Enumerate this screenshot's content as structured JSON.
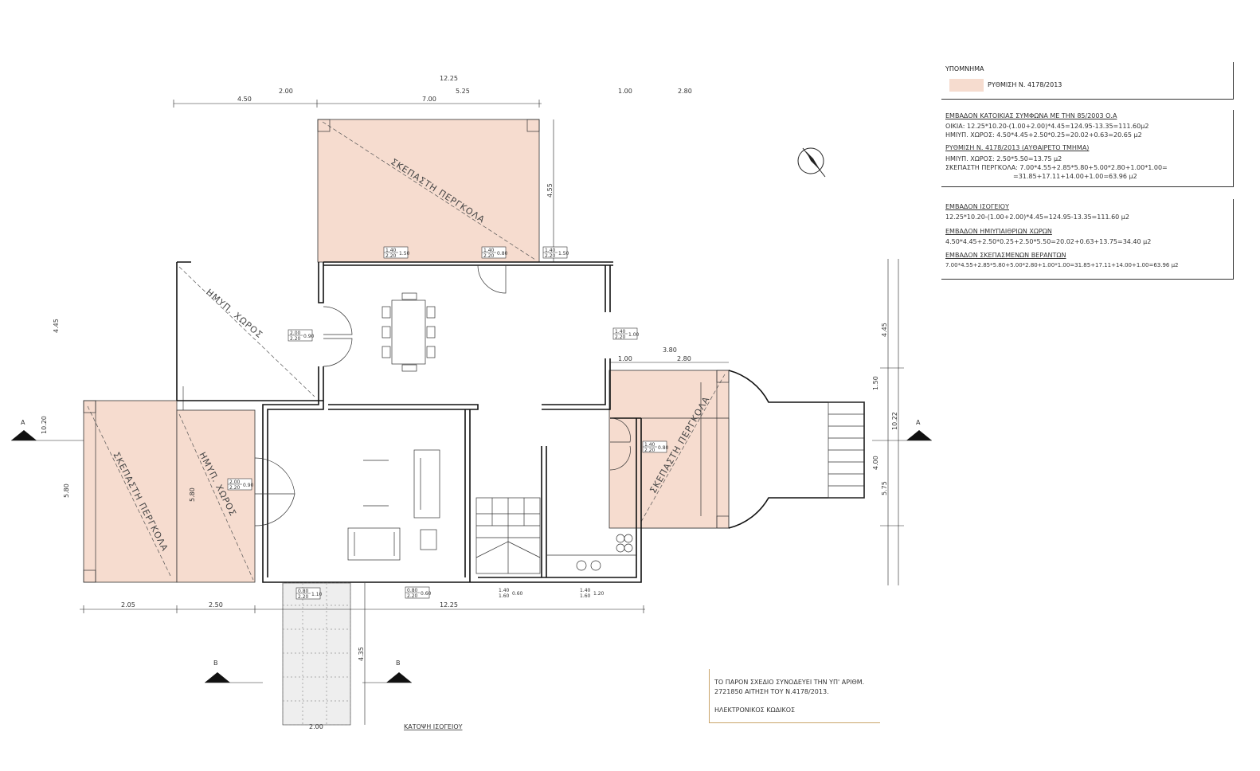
{
  "legend": {
    "title": "ΥΠΟΜΝΗΜΑ",
    "swatch_label": "ΡΥΘΜΙΣΗ Ν. 4178/2013",
    "swatch_color": "#f6dccf"
  },
  "area_block_1": {
    "title": "ΕΜΒΑΔΟΝ ΚΑΤΟΙΚΙΑΣ ΣΥΜΦΩΝΑ ΜΕ ΤΗΝ 85/2003 Ο.Α",
    "line1": "ΟΙΚΙΑ: 12.25*10.20-(1.00+2.00)*4.45=124.95-13.35=111.60μ2",
    "line2": "ΗΜΙΥΠ. ΧΩΡΟΣ: 4.50*4.45+2.50*0.25=20.02+0.63=20.65 μ2",
    "subtitle": "ΡΥΘΜΙΣΗ Ν. 4178/2013 (ΑΥΘΑΙΡΕΤΟ ΤΜΗΜΑ)",
    "line3": "ΗΜΙΥΠ. ΧΩΡΟΣ: 2.50*5.50=13.75 μ2",
    "line4": "ΣΚΕΠΑΣΤΗ ΠΕΡΓΚΟΛΑ: 7.00*4.55+2.85*5.80+5.00*2.80+1.00*1.00=",
    "line5": "=31.85+17.11+14.00+1.00=63.96 μ2"
  },
  "area_block_2": {
    "title1": "ΕΜΒΑΔΟΝ ΙΣΟΓΕΙΟΥ",
    "line1": "12.25*10.20-(1.00+2.00)*4.45=124.95-13.35=111.60 μ2",
    "title2": "ΕΜΒΑΔΟΝ ΗΜΙΥΠΑΙΘΡΙΩΝ ΧΩΡΩΝ",
    "line2": "4.50*4.45+2.50*0.25+2.50*5.50=20.02+0.63+13.75=34.40 μ2",
    "title3": "ΕΜΒΑΔΟΝ ΣΚΕΠΑΣΜΕΝΩΝ ΒΕΡΑΝΤΩΝ",
    "line3": "7.00*4.55+2.85*5.80+5.00*2.80+1.00*1.00=31.85+17.11+14.00+1.00=63.96 μ2"
  },
  "labels": {
    "pergola_top": "ΣΚΕΠΑΣΤΗ ΠΕΡΓΚΟΛΑ",
    "pergola_left": "ΣΚΕΠΑΣΤΗ ΠΕΡΓΚΟΛΑ",
    "pergola_right": "ΣΚΕΠΑΣΤΗ ΠΕΡΓΚΟΛΑ",
    "semi_open_top": "ΗΜΥΠ. ΧΩΡΟΣ",
    "semi_open_left": "ΗΜΥΠ. ΧΩΡΟΣ",
    "plan_title": "ΚΑΤΟΨΗ ΙΣΟΓΕΙΟΥ",
    "section_a_left": "A",
    "section_a_right": "A",
    "section_b_left": "B",
    "section_b_right": "B"
  },
  "dimensions": {
    "top_total": "12.25",
    "top_a": "2.00",
    "top_b": "5.25",
    "top_c": "4.50",
    "top_d": "7.00",
    "top_e": "1.00",
    "top_f": "2.80",
    "pergola_h": "4.55",
    "left_h": "4.45",
    "left_a": "10.20",
    "left_b": "5.80",
    "left_c": "5.80",
    "right_a": "3.80",
    "right_b": "1.00",
    "right_c": "2.80",
    "far_right_a": "4.45",
    "far_right_b": "1.50",
    "far_right_c": "10.22",
    "far_right_d": "4.00",
    "far_right_e": "5.75",
    "bottom_a": "2.05",
    "bottom_b": "2.50",
    "bottom_total": "12.25",
    "bottom_c": "4.35",
    "bottom_d": "2.00"
  },
  "stamp": {
    "line1": "ΤΟ ΠΑΡΟΝ ΣΧΕΔΙΟ ΣΥΝΟΔΕΥΕΙ ΤΗΝ ΥΠ' ΑΡΙΘΜ.",
    "line2": "2721850 ΑΙΤΗΣΗ ΤΟΥ Ν.4178/2013.",
    "line3": "ΗΛΕΚΤΡΟΝΙΚΟΣ ΚΩΔΙΚΟΣ"
  },
  "window_tags": [
    {
      "id": "w1",
      "top": "1.40",
      "bottom": "2.20",
      "side": "1.50"
    },
    {
      "id": "w2",
      "top": "1.40",
      "bottom": "2.20",
      "side": "0.80"
    },
    {
      "id": "w3",
      "top": "1.40",
      "bottom": "2.20",
      "side": "1.50"
    },
    {
      "id": "w4",
      "top": "2.00",
      "bottom": "2.20",
      "side": "0.90"
    },
    {
      "id": "w5",
      "top": "1.40",
      "bottom": "2.20",
      "side": "1.00"
    },
    {
      "id": "w6",
      "top": "1.40",
      "bottom": "2.20",
      "side": "0.80"
    },
    {
      "id": "w7",
      "top": "2.00",
      "bottom": "2.20",
      "side": "0.90"
    },
    {
      "id": "w8",
      "top": "0.80",
      "bottom": "2.20",
      "side": "1.10"
    },
    {
      "id": "w9",
      "top": "0.80",
      "bottom": "2.20",
      "side": "0.60"
    },
    {
      "id": "w10",
      "top": "1.40",
      "bottom": "1.60",
      "side": "0.60"
    },
    {
      "id": "w11",
      "top": "1.40",
      "bottom": "1.60",
      "side": "1.20"
    }
  ]
}
